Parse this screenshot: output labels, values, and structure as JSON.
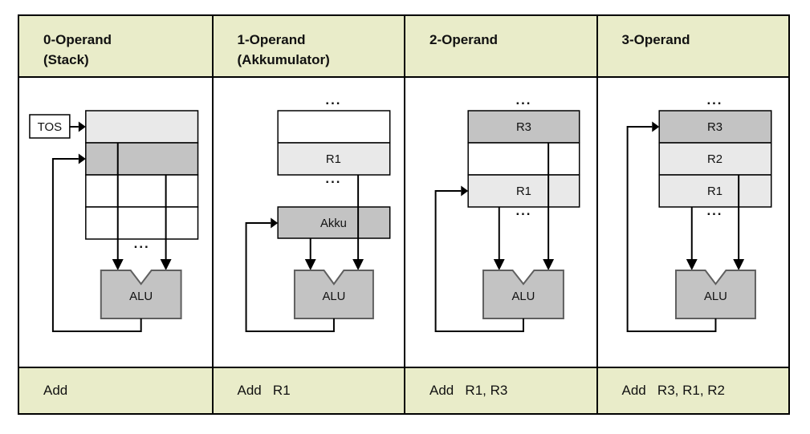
{
  "colors": {
    "header_bg": "#e9ecc9",
    "register_dark": "#c3c3c3",
    "register_light": "#e9e9e9",
    "register_white": "#ffffff",
    "alu_fill": "#c3c3c3",
    "alu_border": "#5f5f5f",
    "table_border": "#000000"
  },
  "columns": [
    {
      "header_line1": "0-Operand",
      "header_line2": "(Stack)",
      "tos_label": "TOS",
      "dots_bottom": "...",
      "alu_label": "ALU",
      "code": "Add"
    },
    {
      "header_line1": "1-Operand",
      "header_line2": "(Akkumulator)",
      "dots_top": "...",
      "register_labels": {
        "r1": "R1"
      },
      "akku_label": "Akku",
      "dots_bottom": "...",
      "alu_label": "ALU",
      "code": "Add   R1"
    },
    {
      "header_line1": "2-Operand",
      "header_line2": "",
      "dots_top": "...",
      "register_labels": {
        "r3": "R3",
        "r1": "R1"
      },
      "dots_bottom": "...",
      "alu_label": "ALU",
      "code": "Add   R1, R3"
    },
    {
      "header_line1": "3-Operand",
      "header_line2": "",
      "dots_top": "...",
      "register_labels": {
        "r3": "R3",
        "r2": "R2",
        "r1": "R1"
      },
      "dots_bottom": "...",
      "alu_label": "ALU",
      "code": "Add   R3, R1, R2"
    }
  ]
}
